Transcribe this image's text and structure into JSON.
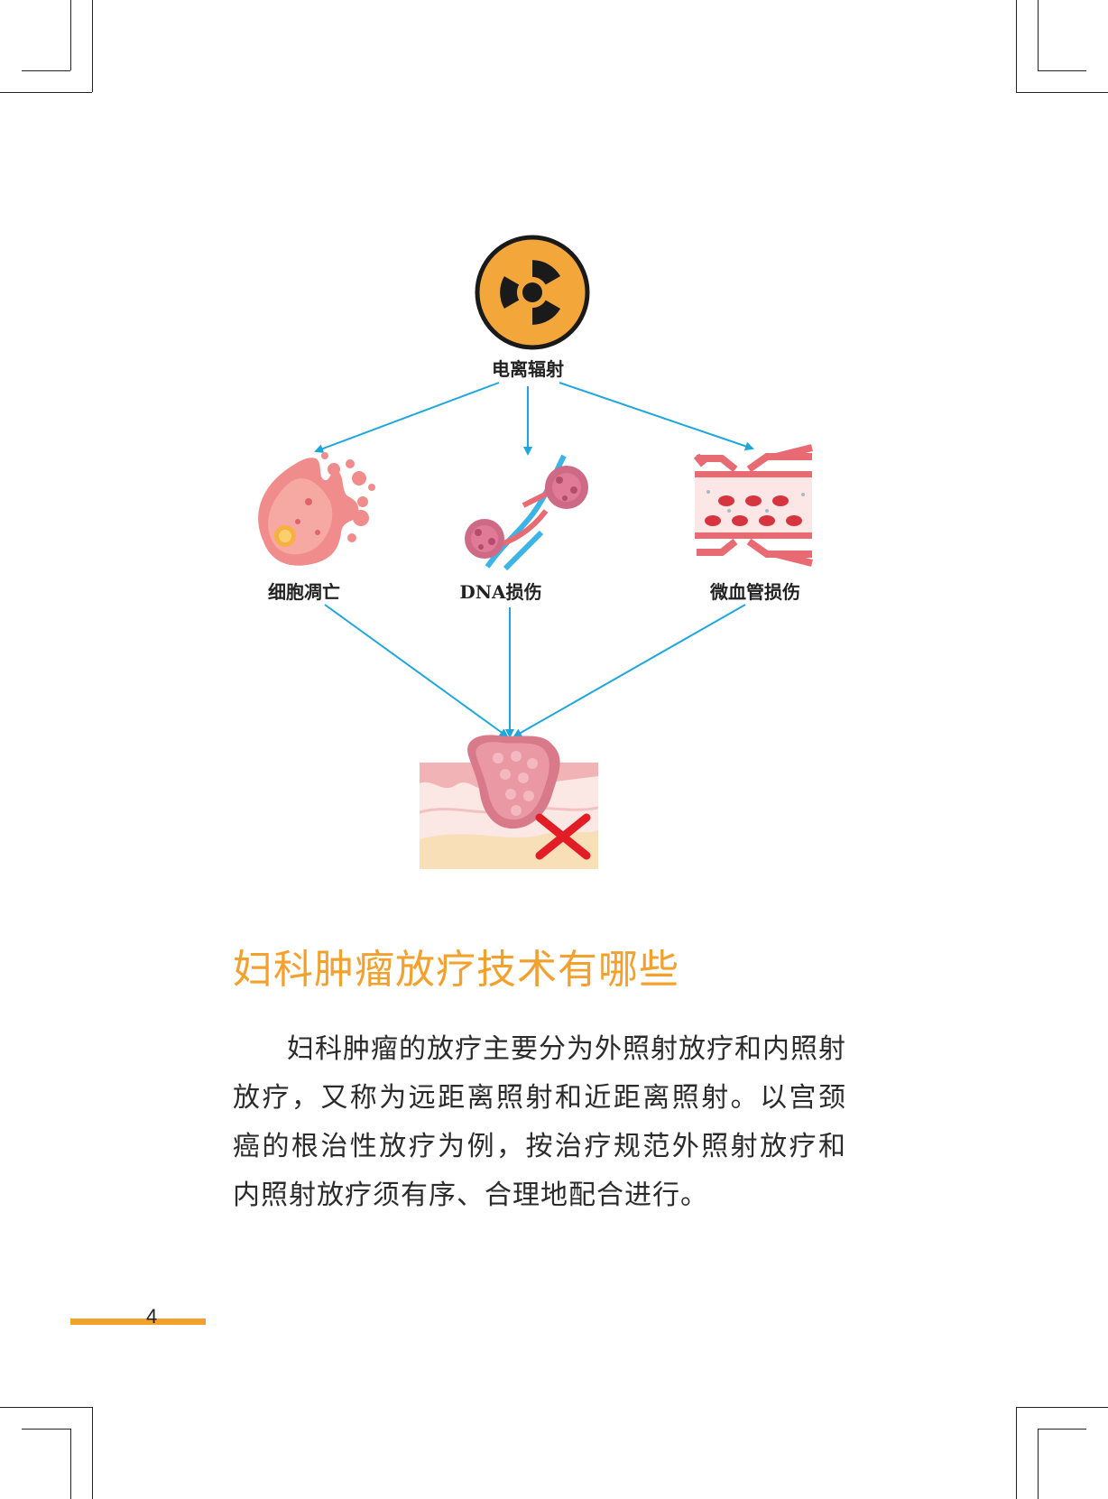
{
  "diagram": {
    "source": {
      "icon": "radiation-icon",
      "label": "电离辐射"
    },
    "effects": [
      {
        "icon": "cell-apoptosis-icon",
        "label": "细胞凋亡"
      },
      {
        "icon": "dna-damage-icon",
        "label": "DNA损伤"
      },
      {
        "icon": "microvessel-damage-icon",
        "label": "微血管损伤"
      }
    ],
    "result": {
      "icon": "tumor-destroyed-icon"
    },
    "arrow_color": "#1fa7dd"
  },
  "section": {
    "title": "妇科肿瘤放疗技术有哪些",
    "body": "妇科肿瘤的放疗主要分为外照射放疗和内照射放疗，又称为远距离照射和近距离照射。以宫颈癌的根治性放疗为例，按治疗规范外照射放疗和内照射放疗须有序、合理地配合进行。"
  },
  "page": {
    "number": "4",
    "accent_color": "#f3a12e"
  }
}
